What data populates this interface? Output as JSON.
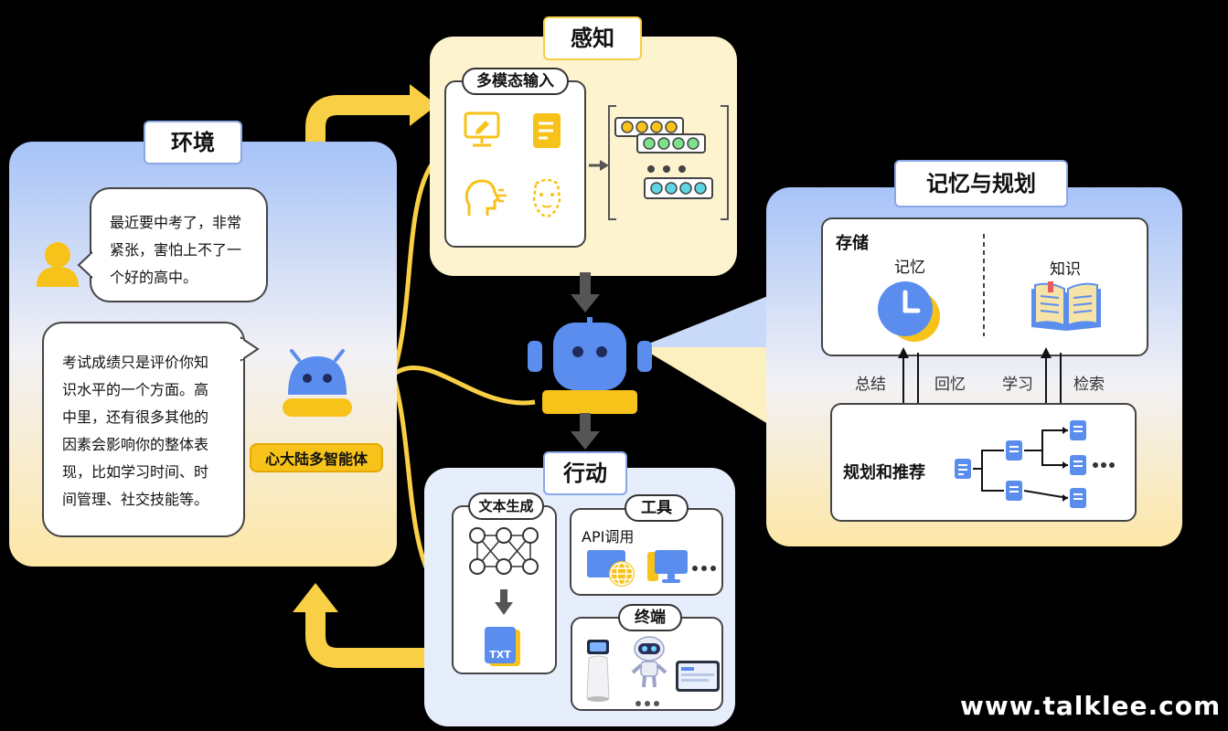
{
  "environment": {
    "title": "环境",
    "user_message_lines": [
      "最近要中考了，非常",
      "紧张，害怕上不了一",
      "个好的高中。"
    ],
    "agent_message_lines": [
      "考试成绩只是评价你知",
      "识水平的一个方面。高",
      "中里，还有很多其他的",
      "因素会影响你的整体表",
      "现，比如学习时间、时",
      "间管理、社交技能等。"
    ],
    "agent_label": "心大陆多智能体"
  },
  "perception": {
    "title": "感知",
    "input_label": "多模态输入"
  },
  "memory_planning": {
    "title": "记忆与规划",
    "storage_label": "存储",
    "memory_label": "记忆",
    "knowledge_label": "知识",
    "arrow_labels": [
      "总结",
      "回忆",
      "学习",
      "检索"
    ],
    "planning_label": "规划和推荐"
  },
  "action": {
    "title": "行动",
    "text_gen_label": "文本生成",
    "txt_icon_text": "TXT",
    "tools_label": "工具",
    "api_label": "API调用",
    "terminal_label": "终端"
  },
  "watermark": "www.talklee.com",
  "colors": {
    "blue": "#5b8def",
    "yellow": "#f7c21a",
    "panel_blue": "#a9c4f7",
    "panel_cream": "#fdf3cf"
  }
}
